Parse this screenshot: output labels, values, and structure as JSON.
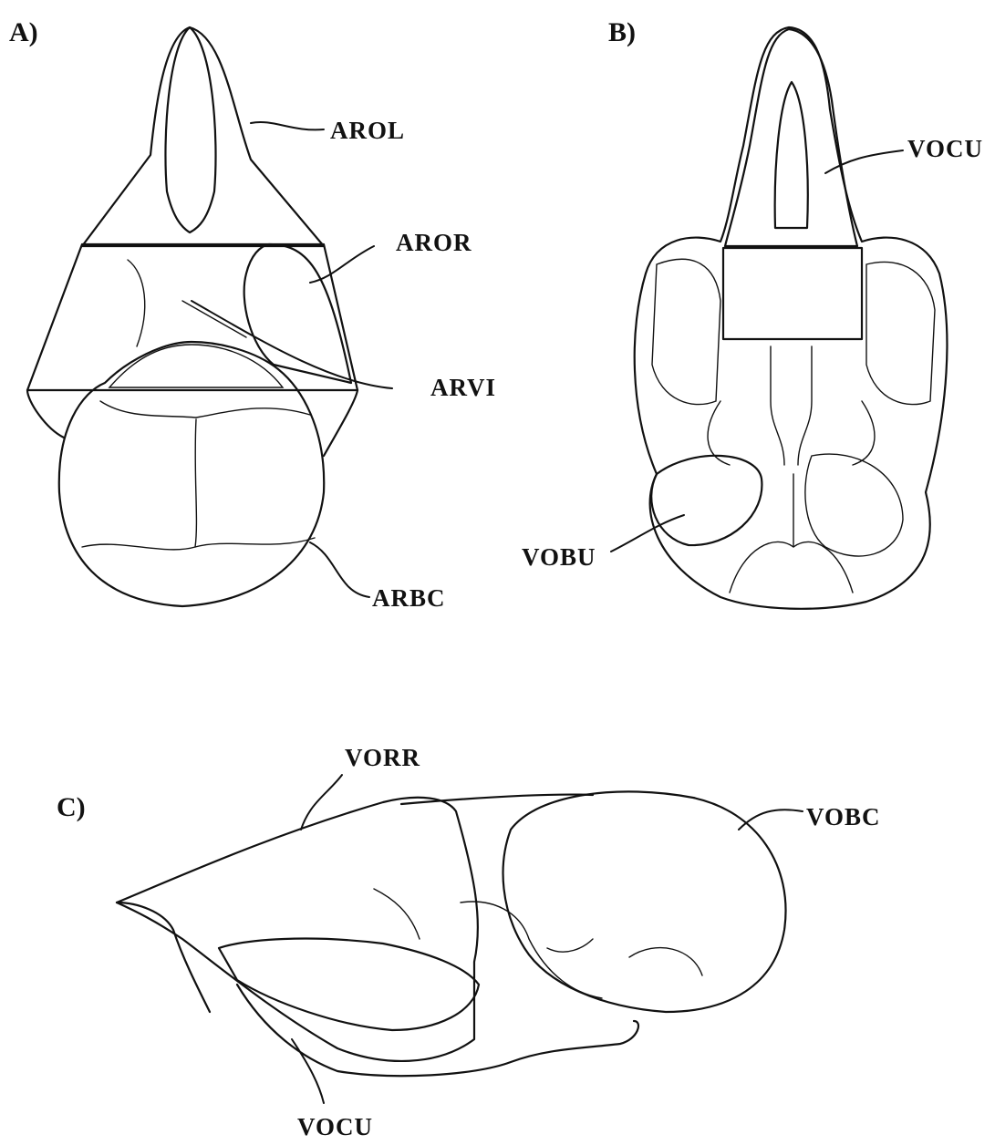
{
  "panels": {
    "a": {
      "label": "A)",
      "regions": [
        "AROL",
        "AROR",
        "ARVI",
        "ARBC"
      ]
    },
    "b": {
      "label": "B)",
      "regions": [
        "VOCU",
        "VOBU"
      ]
    },
    "c": {
      "label": "C)",
      "regions": [
        "VORR",
        "VOBC",
        "VOCU"
      ]
    }
  }
}
